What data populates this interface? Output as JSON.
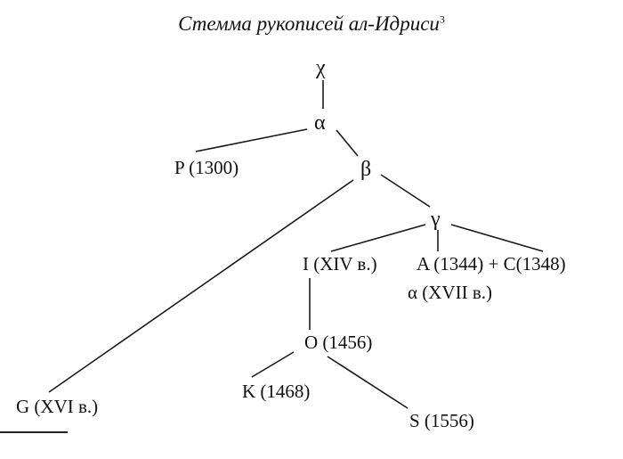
{
  "title": "Стемма рукописей ал-Идриси",
  "title_note": "3",
  "nodes": {
    "chi": "χ",
    "alpha": "α",
    "beta": "β",
    "gamma": "γ",
    "p": "P (1300)",
    "i": "I (XIV в.)",
    "a_c": "A (1344) + C(1348)",
    "alpha2": "α (XVII в.)",
    "o": "O (1456)",
    "g": "G (XVI в.)",
    "k": "K (1468)",
    "s": "S (1556)"
  }
}
